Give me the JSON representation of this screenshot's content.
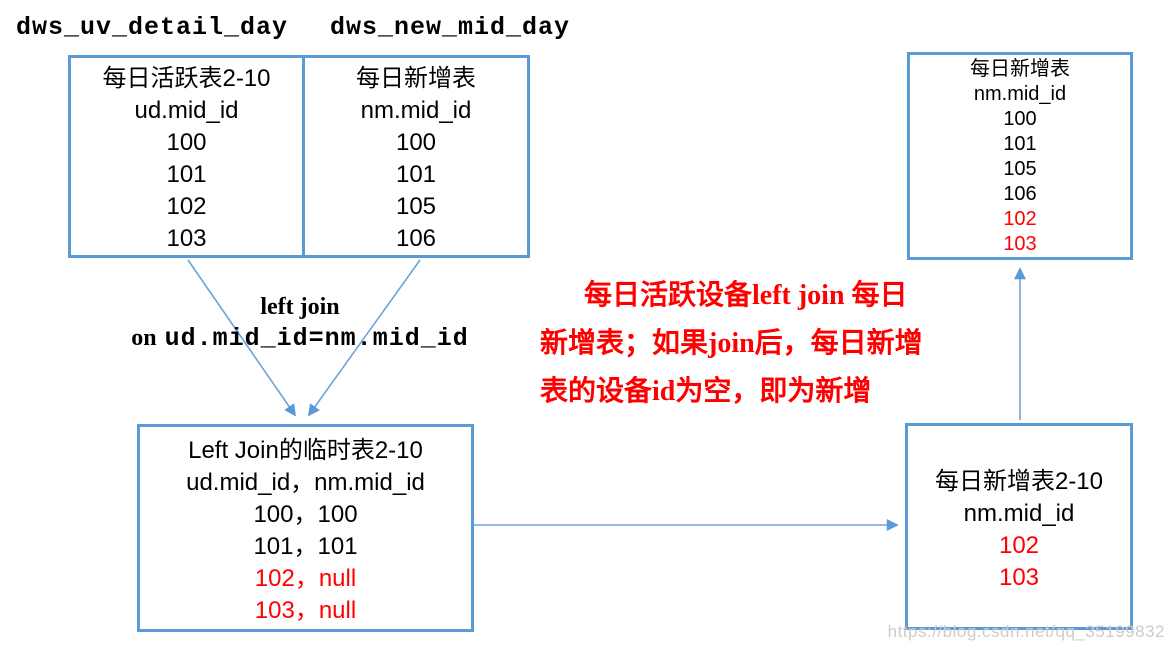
{
  "colors": {
    "accent_blue": "#5B9BD5",
    "arrow_blue": "#6CA3DA",
    "highlight_red": "#FF0000",
    "text_black": "#000000",
    "watermark_gray": "#CCCCCC"
  },
  "header": {
    "left_table_name": "dws_uv_detail_day",
    "right_table_name": "dws_new_mid_day"
  },
  "boxes": {
    "daily_active": {
      "title": "每日活跃表2-10",
      "column": "ud.mid_id",
      "rows": [
        {
          "value": "100",
          "color": "#000000"
        },
        {
          "value": "101",
          "color": "#000000"
        },
        {
          "value": "102",
          "color": "#000000"
        },
        {
          "value": "103",
          "color": "#000000"
        }
      ]
    },
    "daily_new": {
      "title": "每日新增表",
      "column": "nm.mid_id",
      "rows": [
        {
          "value": "100",
          "color": "#000000"
        },
        {
          "value": "101",
          "color": "#000000"
        },
        {
          "value": "105",
          "color": "#000000"
        },
        {
          "value": "106",
          "color": "#000000"
        }
      ]
    },
    "left_join_temp": {
      "title": "Left Join的临时表2-10",
      "column": "ud.mid_id，nm.mid_id",
      "rows": [
        {
          "value": "100，100",
          "color": "#000000"
        },
        {
          "value": "101，101",
          "color": "#000000"
        },
        {
          "value": "102，null",
          "color": "#FF0000"
        },
        {
          "value": "103，null",
          "color": "#FF0000"
        }
      ]
    },
    "daily_new_result": {
      "title": "每日新增表2-10",
      "column": "nm.mid_id",
      "rows": [
        {
          "value": "102",
          "color": "#FF0000"
        },
        {
          "value": "103",
          "color": "#FF0000"
        }
      ]
    },
    "daily_new_updated": {
      "title": "每日新增表",
      "column": "nm.mid_id",
      "rows": [
        {
          "value": "100",
          "color": "#000000"
        },
        {
          "value": "101",
          "color": "#000000"
        },
        {
          "value": "105",
          "color": "#000000"
        },
        {
          "value": "106",
          "color": "#000000"
        },
        {
          "value": "102",
          "color": "#FF0000"
        },
        {
          "value": "103",
          "color": "#FF0000"
        }
      ]
    }
  },
  "join_label": {
    "operation": "left join",
    "on_keyword": "on",
    "condition": "ud.mid_id=nm.mid_id"
  },
  "note": {
    "color": "#FF0000",
    "lines": [
      "每日活跃设备left join 每日",
      "新增表；如果join后，每日新增",
      "表的设备id为空，即为新增"
    ]
  },
  "watermark": "https://blog.csdn.net/qq_35199832"
}
